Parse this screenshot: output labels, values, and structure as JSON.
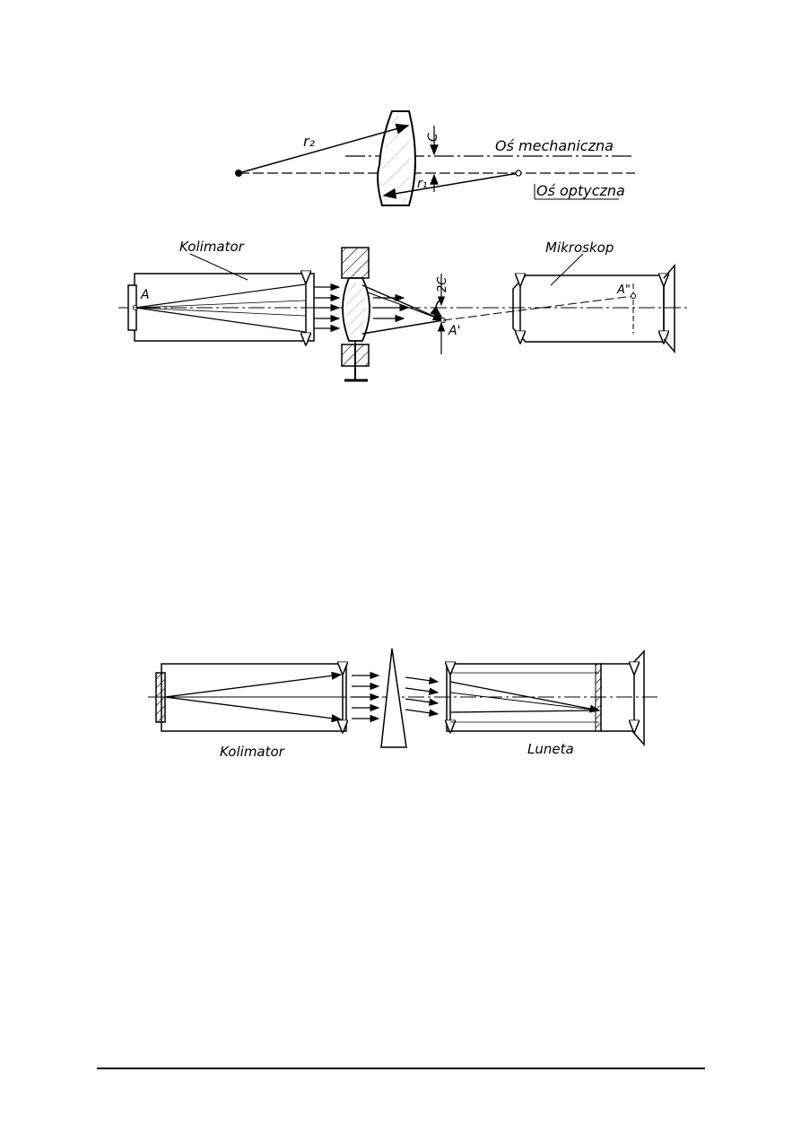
{
  "figure1": {
    "labels": {
      "r2": "r₂",
      "r1": "r₁",
      "c": "C",
      "mechanical_axis": "Oś mechaniczna",
      "optical_axis": "Oś optyczna"
    }
  },
  "figure2": {
    "labels": {
      "collimator": "Kolimator",
      "microscope": "Mikroskop",
      "point_a": "A",
      "two_c": "2C",
      "point_a1": "A'",
      "point_a2": "A\""
    }
  },
  "figure3": {
    "labels": {
      "collimator": "Kolimator",
      "telescope": "Luneta"
    }
  }
}
